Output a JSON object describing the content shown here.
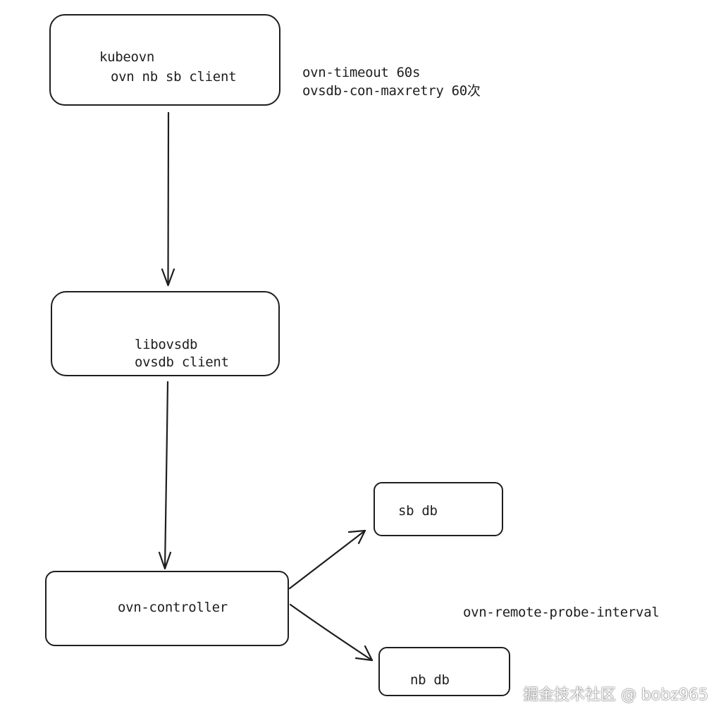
{
  "nodes": {
    "kubeovn": {
      "line1": "kubeovn",
      "line2": "ovn nb sb client"
    },
    "libovsdb": {
      "line1": "libovsdb",
      "line2": "ovsdb client"
    },
    "ovn_controller": {
      "label": "ovn-controller"
    },
    "sb_db": {
      "label": "sb db"
    },
    "nb_db": {
      "label": "nb db"
    }
  },
  "notes": {
    "timeout": "ovn-timeout 60s",
    "maxretry": "ovsdb-con-maxretry 60次",
    "probe_interval": "ovn-remote-probe-interval"
  },
  "edges": [
    {
      "from": "kubeovn",
      "to": "libovsdb"
    },
    {
      "from": "libovsdb",
      "to": "ovn_controller"
    },
    {
      "from": "ovn_controller",
      "to": "sb_db"
    },
    {
      "from": "ovn_controller",
      "to": "nb_db"
    }
  ],
  "watermark": "掘金技术社区 @ bobz965",
  "colors": {
    "stroke": "#1e1e1e",
    "background": "#ffffff"
  }
}
